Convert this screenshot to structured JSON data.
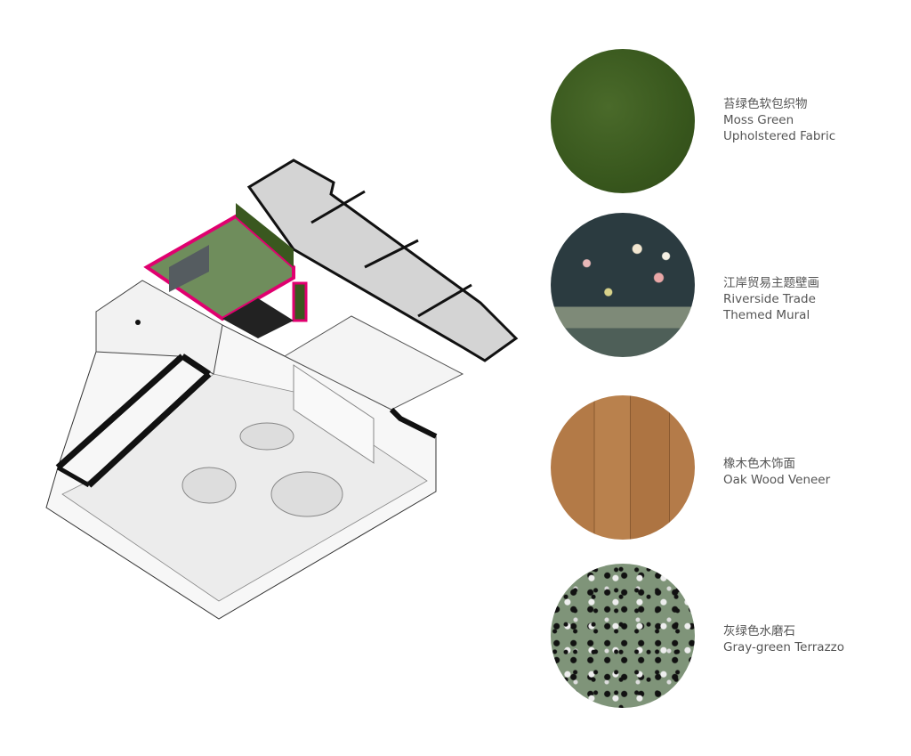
{
  "materials": [
    {
      "cn": "苔绿色软包织物",
      "en1": "Moss Green",
      "en2": "Upholstered Fabric",
      "color": "#3a581f"
    },
    {
      "cn": "江岸贸易主题壁画",
      "en1": "Riverside Trade",
      "en2": "Themed Mural",
      "color": "#2b3b40"
    },
    {
      "cn": "橡木色木饰面",
      "en1": "Oak Wood Veneer",
      "color": "#b37a47"
    },
    {
      "cn": "灰绿色水磨石",
      "en1": "Gray-green Terrazzo",
      "color": "#7f9479"
    }
  ],
  "highlight_color": "#e0006f"
}
